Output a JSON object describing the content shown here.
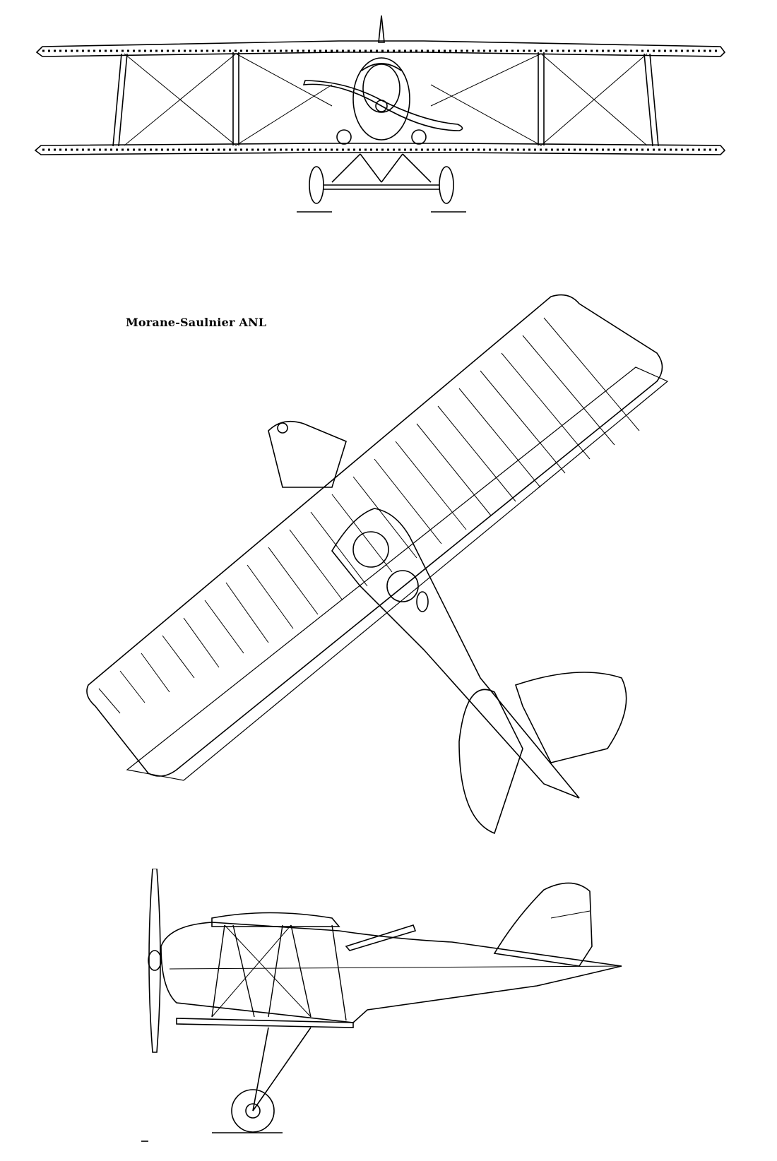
{
  "drawing": {
    "title": "Morane-Saulnier ANL",
    "views": [
      "front-view",
      "top-view",
      "side-view"
    ],
    "line_color": "#000000",
    "background_color": "#ffffff"
  }
}
